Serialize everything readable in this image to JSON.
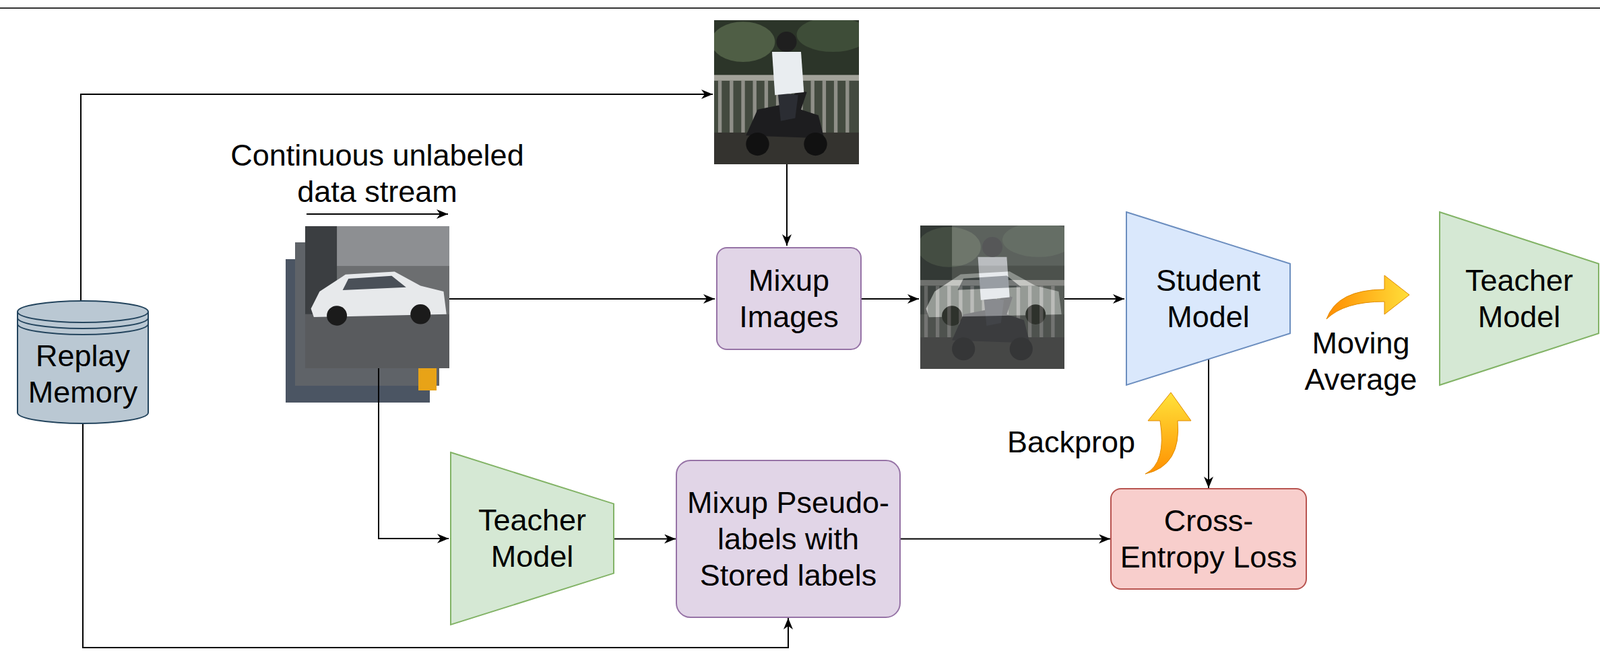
{
  "diagram": {
    "nodes": [
      {
        "text": [
          "Replay Memory"
        ]
      },
      {
        "text": [
          "Mixup Images"
        ]
      },
      {
        "text": [
          "Student Model"
        ]
      },
      {
        "text": [
          "Teacher Model"
        ]
      },
      {
        "text": [
          "Teacher Model"
        ]
      },
      {
        "text": [
          "Mixup Pseudo-labels with Stored labels"
        ]
      },
      {
        "text": [
          "Cross-Entropy Loss"
        ]
      }
    ],
    "edges": [
      {
        "from": 0,
        "to": 5,
        "arrow": "to"
      },
      {
        "from": 4,
        "to": 5,
        "arrow": "to"
      },
      {
        "from": 5,
        "to": 6,
        "arrow": "to"
      },
      {
        "from": 2,
        "to": 6,
        "arrow": "to"
      }
    ],
    "labels": [
      "Continuous unlabeled data stream",
      "Moving Average",
      "Backprop"
    ]
  }
}
